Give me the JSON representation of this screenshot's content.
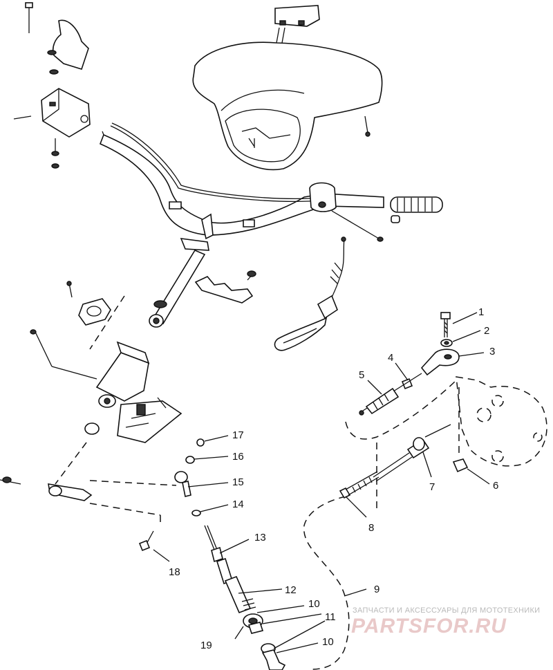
{
  "callouts": {
    "c1": "1",
    "c2": "2",
    "c3": "3",
    "c4": "4",
    "c5": "5",
    "c6": "6",
    "c7": "7",
    "c8": "8",
    "c9": "9",
    "c10a": "10",
    "c10b": "10",
    "c11": "11",
    "c12": "12",
    "c13": "13",
    "c14": "14",
    "c15": "15",
    "c16": "16",
    "c17": "17",
    "c18": "18",
    "c19": "19"
  },
  "watermark": {
    "tagline": "ЗАПЧАСТИ И АКСЕССУАРЫ ДЛЯ МОТОТЕХНИКИ",
    "logo": "PARTSFOR.RU"
  },
  "colors": {
    "line": "#111111",
    "watermark_logo": "#e9c9c9",
    "watermark_text": "#b9b9b9"
  }
}
